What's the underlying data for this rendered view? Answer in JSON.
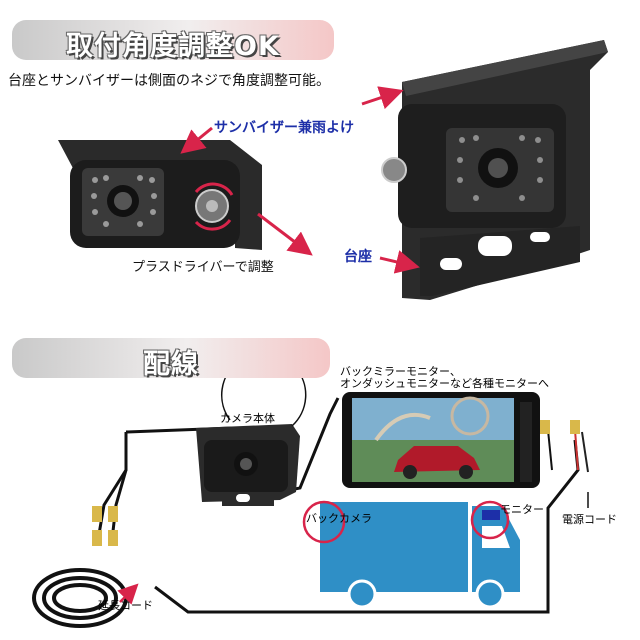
{
  "section1": {
    "banner": "取付角度調整OK",
    "description": "台座とサンバイザーは側面のネジで角度調整可能。",
    "callouts": {
      "sunvisor": "サンバイザー兼雨よけ",
      "base": "台座",
      "screwdriver": "プラスドライバーで調整"
    }
  },
  "section2": {
    "banner": "配線",
    "monitor_caption_line1": "バックミラーモニター、",
    "monitor_caption_line2": "オンダッシュモニターなど各種モニターへ",
    "labels": {
      "camera_body": "カメラ本体",
      "back_camera": "バックカメラ",
      "monitor": "モニター",
      "power_cord": "電源コード",
      "extension_cord": "延長コード"
    }
  },
  "colors": {
    "callout_blue": "#1d2fa8",
    "arrow_red": "#d8244a",
    "truck_blue": "#2f8fc6"
  }
}
